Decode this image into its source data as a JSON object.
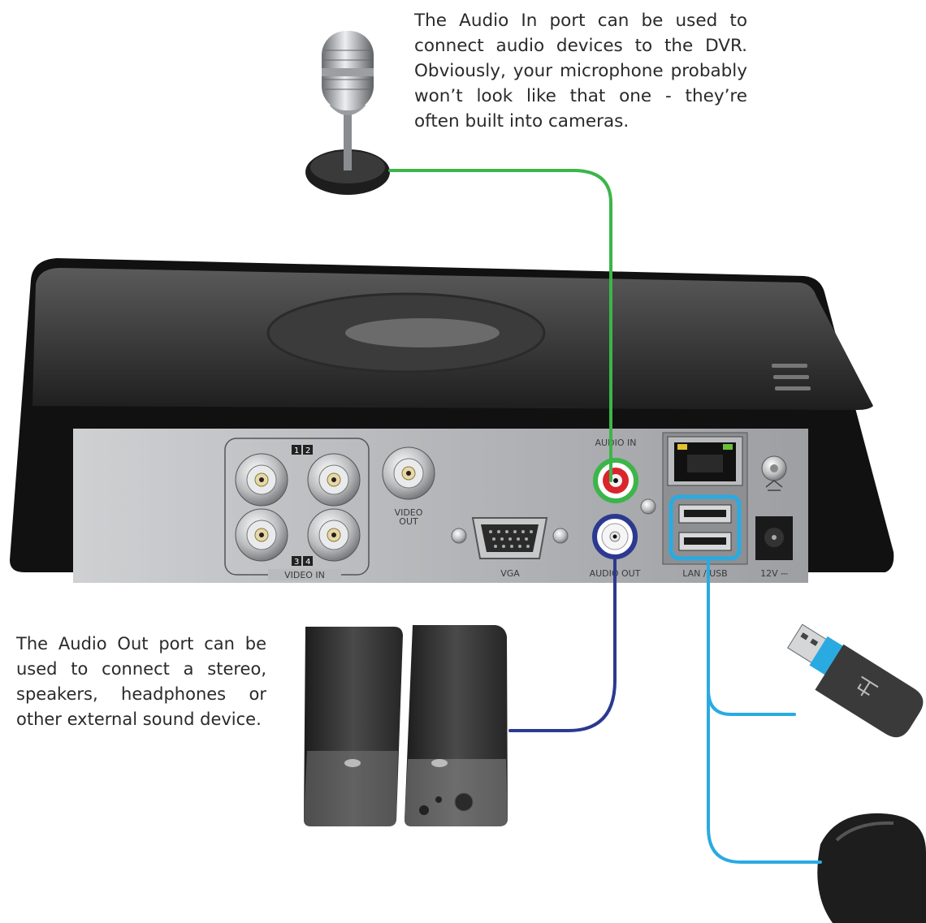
{
  "captions": {
    "audio_in": "The Audio In port can be used to connect audio devices to the DVR. Obviously, your microphone probably won’t look like that one - they’re often built into cameras.",
    "audio_out": "The Audio Out port can be used to connect a stereo, speakers, headphones or other external sound device."
  },
  "panel_labels": {
    "video_in": "VIDEO IN",
    "channels_top": [
      "1",
      "2"
    ],
    "channels_bottom": [
      "3",
      "4"
    ],
    "video_out_line1": "VIDEO",
    "video_out_line2": "OUT",
    "vga": "VGA",
    "audio_in": "AUDIO IN",
    "audio_out": "AUDIO OUT",
    "lan_usb": "LAN / USB",
    "power": "12V ⎓"
  },
  "colors": {
    "audio_in_line": "#3cb54a",
    "audio_out_line": "#2b3990",
    "usb_line": "#29abe2"
  }
}
